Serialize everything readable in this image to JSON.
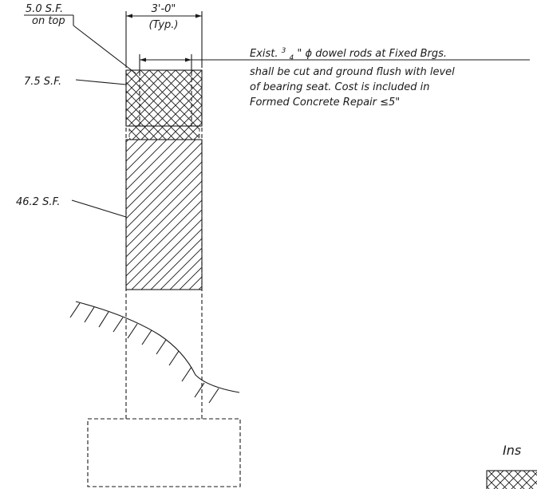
{
  "labels": {
    "top_area_line1": "5.0 S.F.",
    "top_area_line2": "on top",
    "cap_area": "7.5 S.F.",
    "face_area": "46.2 S.F.",
    "width_dim": "3'-0\"",
    "width_typ": "(Typ.)",
    "note_line1_prefix": "Exist.",
    "note_fraction_num": "3",
    "note_fraction_den": "4",
    "note_line1_suffix": "\" ϕ dowel rods at Fixed Brgs.",
    "note_line2": "shall be cut and ground flush with level",
    "note_line3": "of bearing seat. Cost is included in",
    "note_line4": "Formed Concrete Repair ≤5\"",
    "legend_partial": "Ins"
  }
}
